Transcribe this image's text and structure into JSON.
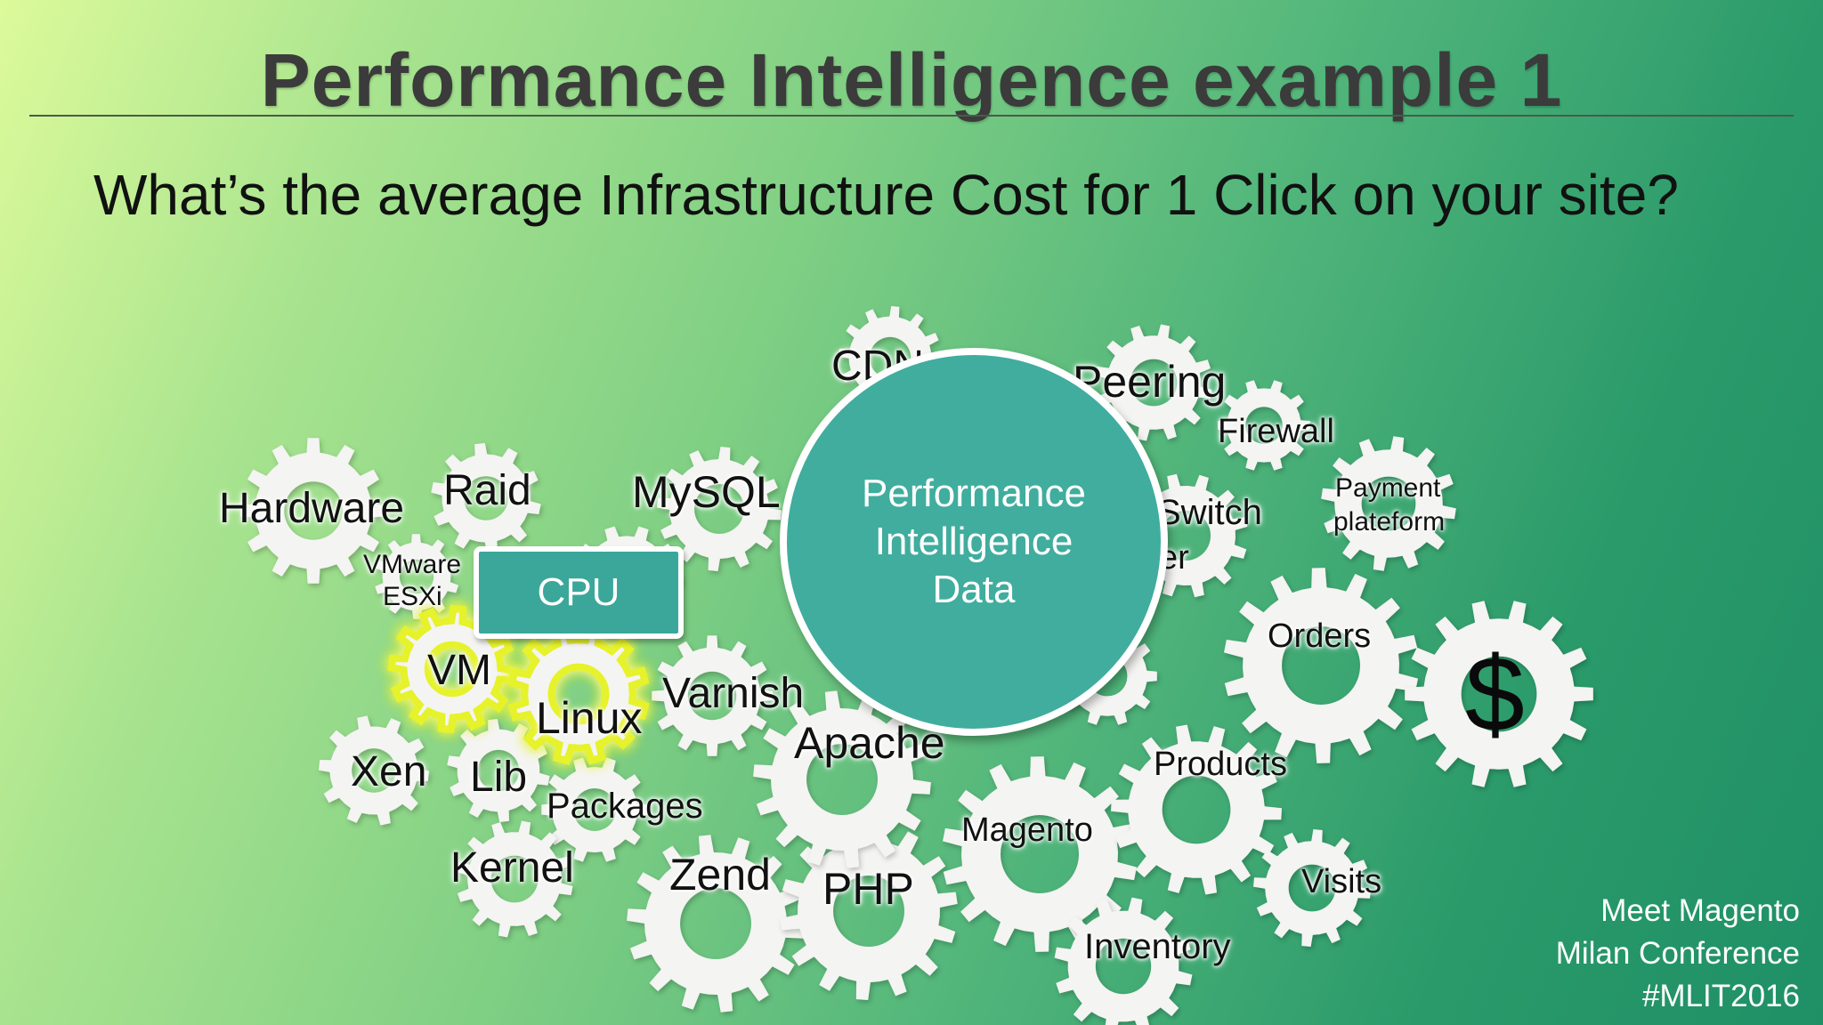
{
  "slide": {
    "title": "Performance Intelligence example 1",
    "question": "What’s the average Infrastructure Cost for 1 Click on your site?"
  },
  "diagram": {
    "labels": {
      "cdn": "CDN",
      "peering": "Peering",
      "firewall": "Firewall",
      "payment": "Payment",
      "plateform": "plateform",
      "switch": "Switch",
      "er": "er",
      "hardware": "Hardware",
      "raid": "Raid",
      "mysql": "MySQL",
      "vmware": "VMware",
      "esxi": "ESXi",
      "vm": "VM",
      "linux": "Linux",
      "varnish": "Varnish",
      "apache": "Apache",
      "xen": "Xen",
      "lib": "Lib",
      "packages": "Packages",
      "kernel": "Kernel",
      "zend": "Zend",
      "php": "PHP",
      "magento": "Magento",
      "products": "Products",
      "orders": "Orders",
      "visits": "Visits",
      "inventory": "Inventory",
      "dollar": "$"
    },
    "cpu_label": "CPU",
    "center_lines": [
      "Performance",
      "Intelligence",
      "Data"
    ],
    "highlighted_gears": [
      "VM",
      "Linux"
    ],
    "colors": {
      "gear": "#f4f4f2",
      "highlight": "#e6f22a",
      "accent": "#3aa79a"
    }
  },
  "footer": {
    "line1": "Meet Magento",
    "line2": "Milan Conference",
    "line3": "#MLIT2016"
  }
}
